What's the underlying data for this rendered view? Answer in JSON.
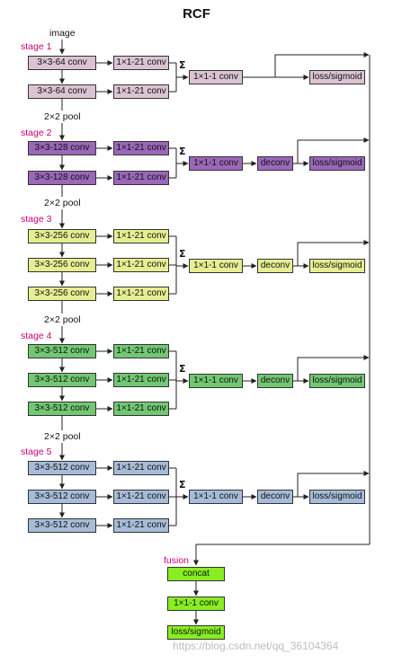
{
  "title": "RCF",
  "input_label": "image",
  "pool_label": "2×2 pool",
  "sum_symbol": "Σ",
  "stages": [
    {
      "label": "stage 1",
      "color": "#dcc3d3",
      "convs": [
        "3×3-64 conv",
        "3×3-64 conv"
      ],
      "side": [
        "1×1-21 conv",
        "1×1-21 conv"
      ],
      "fuse": "1×1-1 conv",
      "deconv": null,
      "loss": "loss/sigmoid"
    },
    {
      "label": "stage 2",
      "color": "#9a67b9",
      "convs": [
        "3×3-128 conv",
        "3×3-128 conv"
      ],
      "side": [
        "1×1-21 conv",
        "1×1-21 conv"
      ],
      "fuse": "1×1-1 conv",
      "deconv": "deconv",
      "loss": "loss/sigmoid"
    },
    {
      "label": "stage 3",
      "color": "#e6ee91",
      "convs": [
        "3×3-256 conv",
        "3×3-256 conv",
        "3×3-256 conv"
      ],
      "side": [
        "1×1-21 conv",
        "1×1-21 conv",
        "1×1-21 conv"
      ],
      "fuse": "1×1-1 conv",
      "deconv": "deconv",
      "loss": "loss/sigmoid"
    },
    {
      "label": "stage 4",
      "color": "#72c772",
      "convs": [
        "3×3-512 conv",
        "3×3-512 conv",
        "3×3-512 conv"
      ],
      "side": [
        "1×1-21 conv",
        "1×1-21 conv",
        "1×1-21 conv"
      ],
      "fuse": "1×1-1 conv",
      "deconv": "deconv",
      "loss": "loss/sigmoid"
    },
    {
      "label": "stage 5",
      "color": "#a6bcd8",
      "convs": [
        "3×3-512 conv",
        "3×3-512 conv",
        "3×3-512 conv"
      ],
      "side": [
        "1×1-21 conv",
        "1×1-21 conv",
        "1×1-21 conv"
      ],
      "fuse": "1×1-1 conv",
      "deconv": "deconv",
      "loss": "loss/sigmoid"
    }
  ],
  "fusion": {
    "label": "fusion",
    "color": "#88ee22",
    "steps": [
      "concat",
      "1×1-1 conv",
      "loss/sigmoid"
    ]
  },
  "watermark": "https://blog.csdn.net/qq_36104364"
}
